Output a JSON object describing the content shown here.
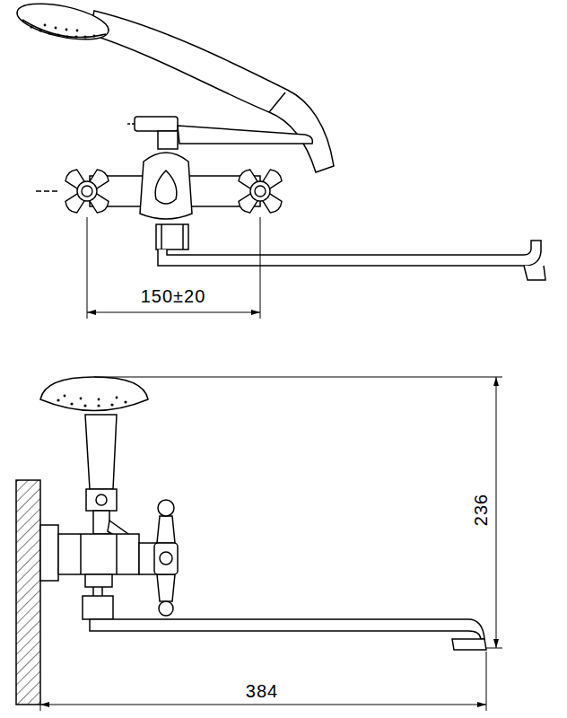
{
  "diagram": {
    "labels": [
      "150±20",
      "236",
      "384"
    ]
  }
}
